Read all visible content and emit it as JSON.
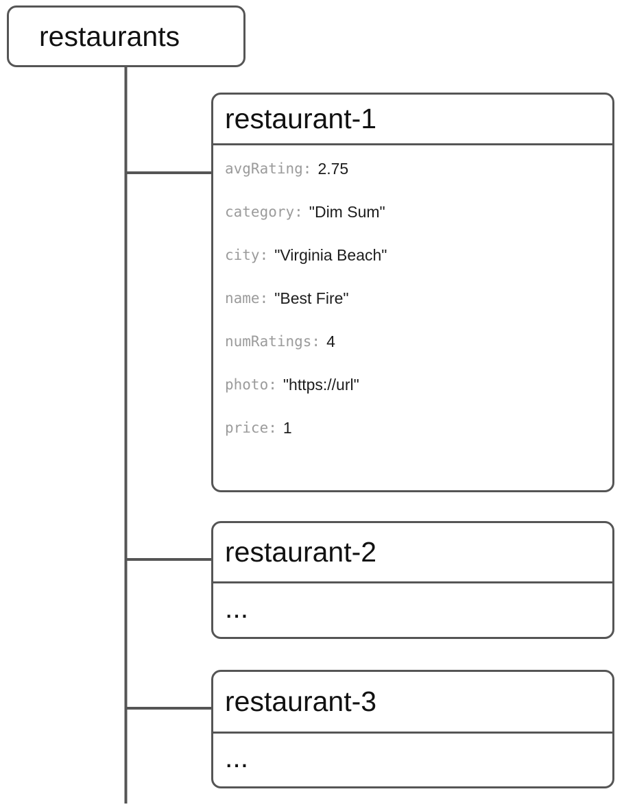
{
  "diagram": {
    "type": "firestore-collection-tree",
    "line_color": "#555555",
    "key_color": "#9b9b9b",
    "value_color": "#1c1c1c",
    "root": {
      "label": "restaurants"
    },
    "documents": [
      {
        "id": "restaurant-1",
        "fields": [
          {
            "key": "avgRating:",
            "value": "2.75"
          },
          {
            "key": "category:",
            "value": "\"Dim Sum\""
          },
          {
            "key": "city:",
            "value": "\"Virginia Beach\""
          },
          {
            "key": "name:",
            "value": "\"Best Fire\""
          },
          {
            "key": "numRatings:",
            "value": "4"
          },
          {
            "key": "photo:",
            "value": "\"https://url\""
          },
          {
            "key": "price:",
            "value": "1"
          }
        ]
      },
      {
        "id": "restaurant-2",
        "placeholder": "..."
      },
      {
        "id": "restaurant-3",
        "placeholder": "..."
      }
    ]
  }
}
